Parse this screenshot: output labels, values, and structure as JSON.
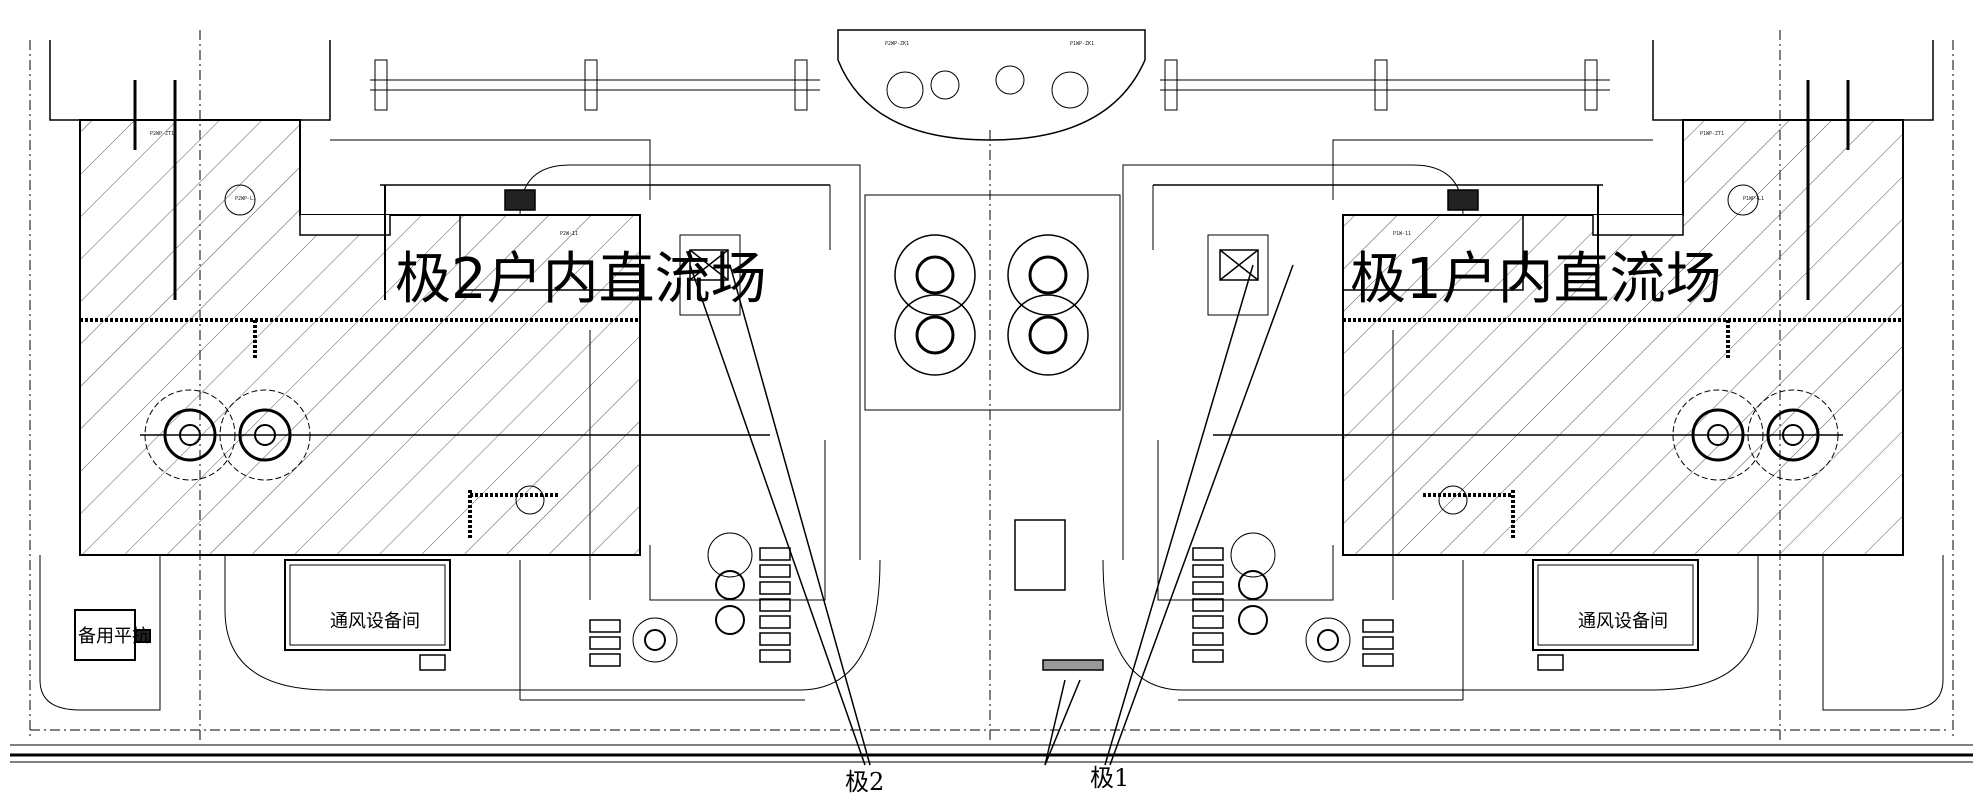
{
  "labels": {
    "pole2_yard": "极2户内直流场",
    "pole1_yard": "极1户内直流场",
    "vent_room_left": "通风设备间",
    "vent_room_right": "通风设备间",
    "spare_reactor": "备用平抗",
    "pole2": "极2",
    "pole1": "极1"
  },
  "colors": {
    "line": "#000000",
    "hatch": "#555555",
    "background": "#ffffff"
  }
}
